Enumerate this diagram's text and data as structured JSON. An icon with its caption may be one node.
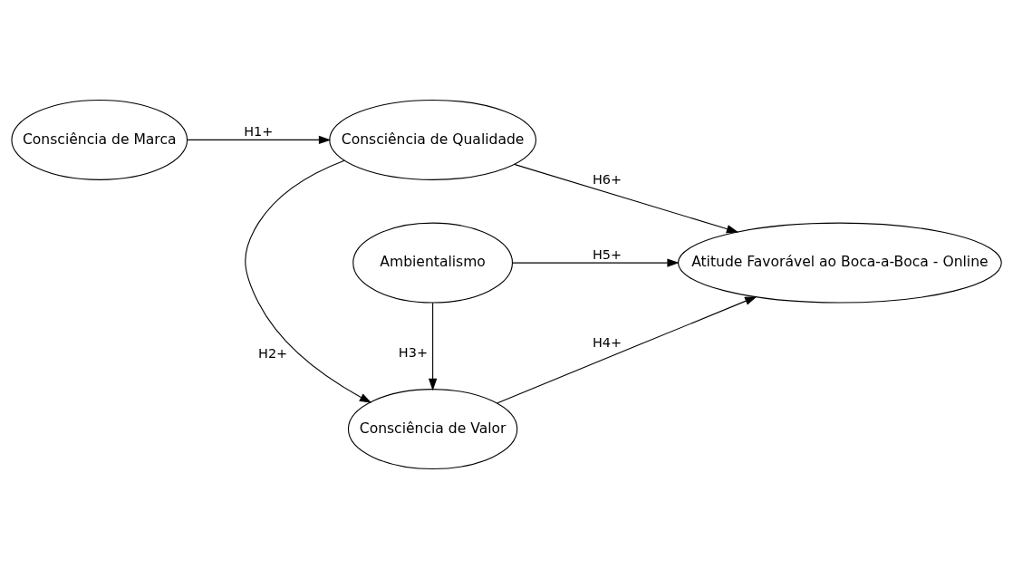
{
  "diagram": {
    "nodes": [
      {
        "text": [
          "Consciência de Marca"
        ]
      },
      {
        "text": [
          "Consciência de Qualidade"
        ]
      },
      {
        "text": [
          "Consciência de Valor"
        ]
      },
      {
        "text": [
          "Atitude Favorável ao Boca-a-Boca - Online"
        ]
      },
      {
        "text": [
          "Ambientalismo"
        ]
      }
    ],
    "edges": [
      {
        "from": 0,
        "to": 1,
        "arrow": "to",
        "label": "H1+"
      },
      {
        "from": 1,
        "to": 2,
        "arrow": "to",
        "label": "H2+"
      },
      {
        "from": 4,
        "to": 2,
        "arrow": "to",
        "label": "H3+"
      },
      {
        "from": 2,
        "to": 3,
        "arrow": "to",
        "label": "H4+"
      },
      {
        "from": 4,
        "to": 3,
        "arrow": "to",
        "label": "H5+"
      },
      {
        "from": 1,
        "to": 3,
        "arrow": "to",
        "label": "H6+"
      }
    ]
  }
}
